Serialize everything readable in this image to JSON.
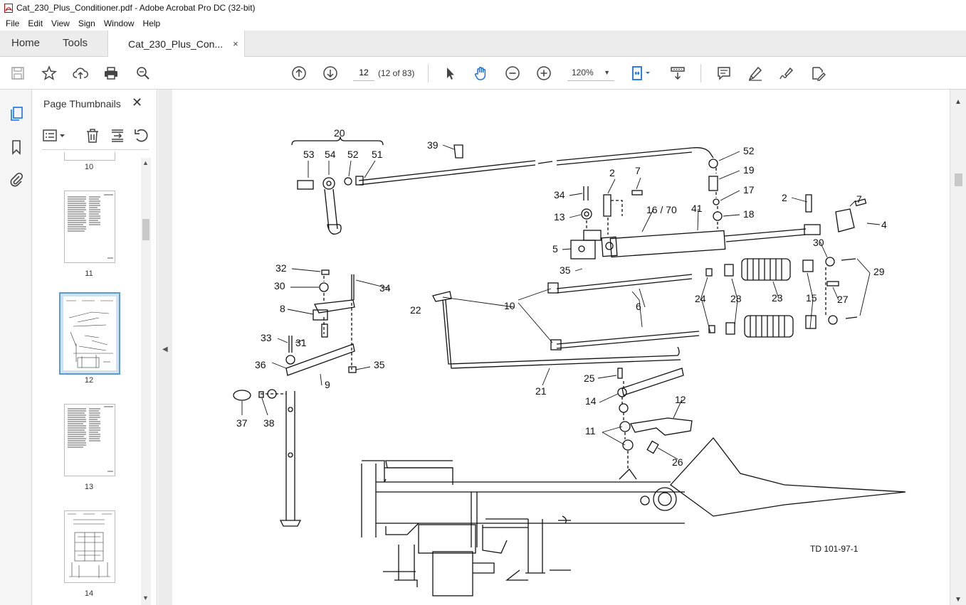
{
  "window": {
    "title": "Cat_230_Plus_Conditioner.pdf - Adobe Acrobat Pro DC (32-bit)",
    "icon": "pdf-icon"
  },
  "menu": [
    "File",
    "Edit",
    "View",
    "Sign",
    "Window",
    "Help"
  ],
  "tabs": {
    "home": "Home",
    "tools": "Tools",
    "document": "Cat_230_Plus_Con...",
    "close_symbol": "×"
  },
  "toolbar": {
    "icons": [
      "save-icon",
      "star-icon",
      "upload-icon",
      "print-icon",
      "zoom-search-icon",
      "page-up-icon",
      "page-down-icon",
      "select-arrow-icon",
      "hand-icon",
      "zoom-out-icon",
      "zoom-in-icon",
      "fit-page-icon",
      "scroll-mode-icon",
      "comment-icon",
      "highlight-icon",
      "sign-icon",
      "edit-pdf-icon"
    ],
    "page_number": "12",
    "page_count": "(12 of 83)",
    "zoom": "120%"
  },
  "thumbnails_panel": {
    "title": "Page Thumbnails",
    "close_symbol": "✕",
    "pages": [
      {
        "label": "10"
      },
      {
        "label": "11"
      },
      {
        "label": "12",
        "selected": true
      },
      {
        "label": "13"
      },
      {
        "label": "14"
      }
    ]
  },
  "drawing": {
    "figure_id": "TD 101-97-1",
    "callouts": [
      "20",
      "53",
      "54",
      "52",
      "51",
      "39",
      "52",
      "19",
      "17",
      "18",
      "2",
      "7",
      "34",
      "13",
      "16 / 70",
      "41",
      "2",
      "7",
      "4",
      "5",
      "35",
      "30",
      "29",
      "10",
      "6",
      "24",
      "28",
      "23",
      "15",
      "27",
      "22",
      "32",
      "30",
      "34",
      "8",
      "33",
      "31",
      "36",
      "9",
      "35",
      "21",
      "25",
      "12",
      "14",
      "11",
      "26",
      "37",
      "38"
    ]
  },
  "colors": {
    "accent": "#1473e6",
    "thumb_selected_bg": "#cfe2f3",
    "thumb_selected_border": "#5b9bd5"
  }
}
